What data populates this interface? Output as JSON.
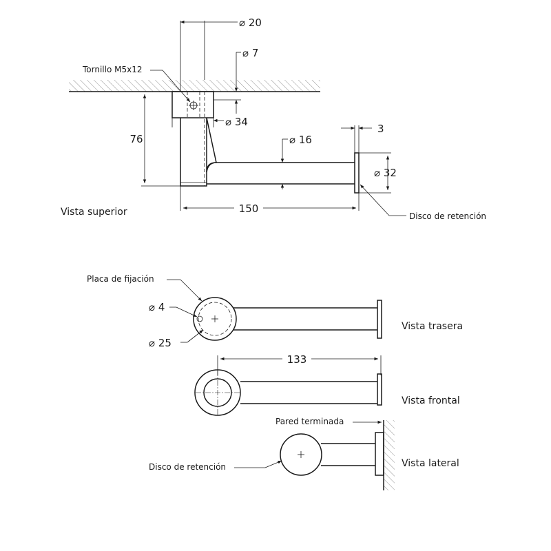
{
  "labels": {
    "screw": "Tornillo M5x12",
    "mount_plate": "Placa de fijación",
    "retention_disc_top": "Disco de retención",
    "retention_disc_side": "Disco de retención",
    "finished_wall": "Pared terminada"
  },
  "dimensions": {
    "d20": "20",
    "d7": "7",
    "d34": "34",
    "h76": "76",
    "d16": "16",
    "t3": "3",
    "d32": "32",
    "l150": "150",
    "d4": "4",
    "d25": "25",
    "l133": "133"
  },
  "views": {
    "top": "Vista superior",
    "rear": "Vista trasera",
    "front": "Vista frontal",
    "side": "Vista lateral"
  },
  "symbols": {
    "diameter": "⌀"
  }
}
